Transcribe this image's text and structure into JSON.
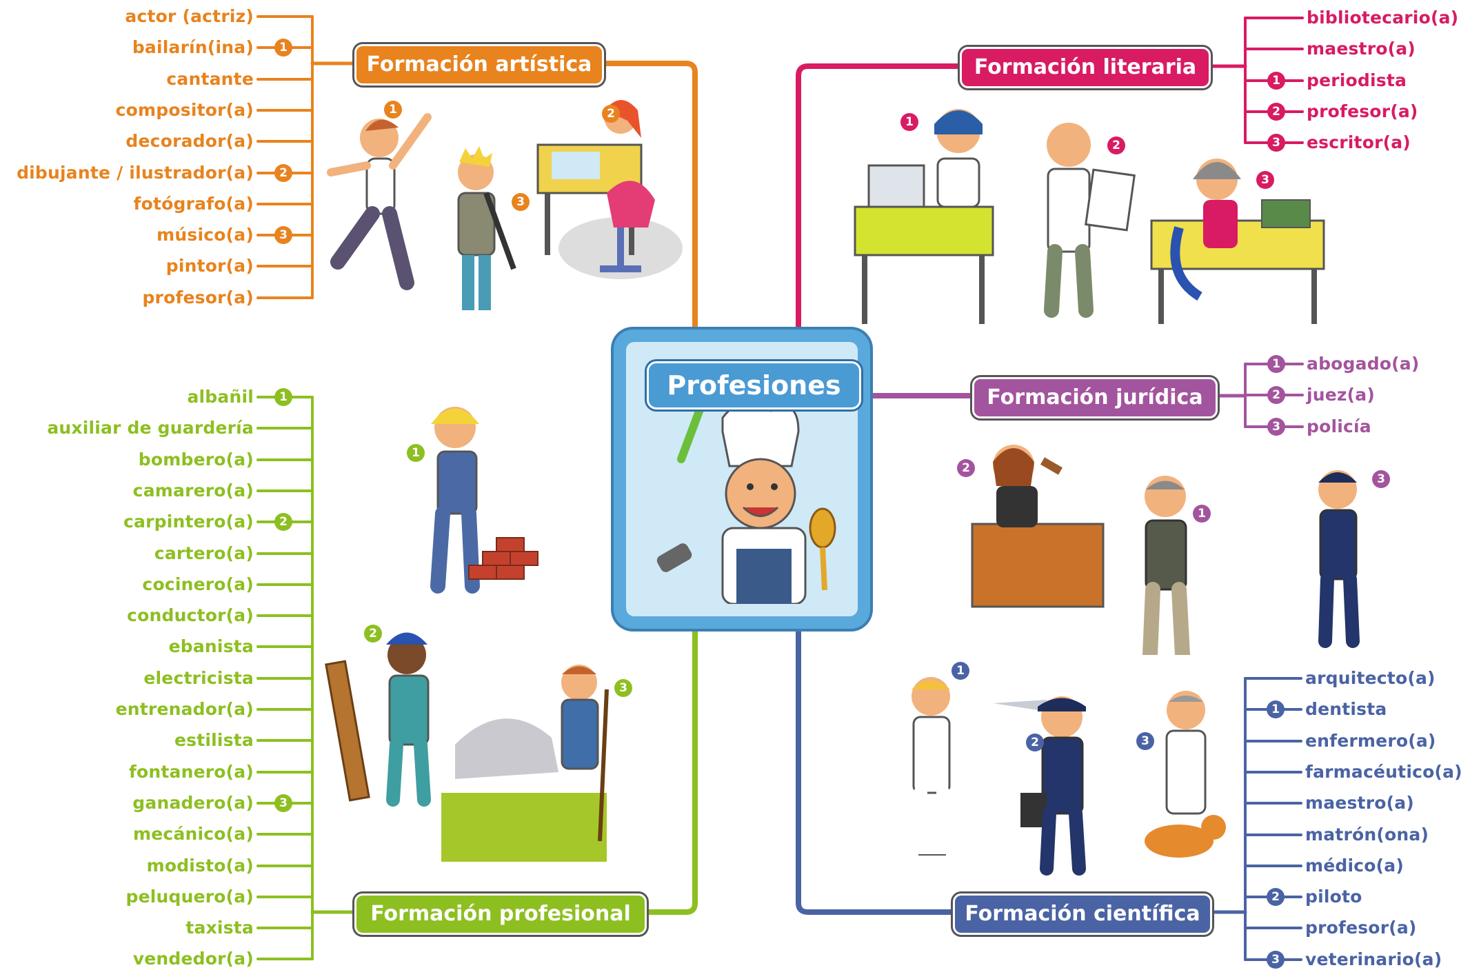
{
  "center": {
    "title": "Profesiones"
  },
  "colors": {
    "artistica": "#e8831e",
    "profesional": "#8dbf21",
    "literaria": "#d81b63",
    "juridica": "#a3549e",
    "cientifica": "#4a63a4",
    "center": "#5aa9dc"
  },
  "branches": {
    "artistica": {
      "title": "Formación artística",
      "items": [
        {
          "label": "actor (actriz)",
          "num": ""
        },
        {
          "label": "bailarín(ina)",
          "num": "1"
        },
        {
          "label": "cantante",
          "num": ""
        },
        {
          "label": "compositor(a)",
          "num": ""
        },
        {
          "label": "decorador(a)",
          "num": ""
        },
        {
          "label": "dibujante / ilustrador(a)",
          "num": "2"
        },
        {
          "label": "fotógrafo(a)",
          "num": ""
        },
        {
          "label": "músico(a)",
          "num": "3"
        },
        {
          "label": "pintor(a)",
          "num": ""
        },
        {
          "label": "profesor(a)",
          "num": ""
        }
      ]
    },
    "profesional": {
      "title": "Formación profesional",
      "items": [
        {
          "label": "albañil",
          "num": "1"
        },
        {
          "label": "auxiliar de guardería",
          "num": ""
        },
        {
          "label": "bombero(a)",
          "num": ""
        },
        {
          "label": "camarero(a)",
          "num": ""
        },
        {
          "label": "carpintero(a)",
          "num": "2"
        },
        {
          "label": "cartero(a)",
          "num": ""
        },
        {
          "label": "cocinero(a)",
          "num": ""
        },
        {
          "label": "conductor(a)",
          "num": ""
        },
        {
          "label": "ebanista",
          "num": ""
        },
        {
          "label": "electricista",
          "num": ""
        },
        {
          "label": "entrenador(a)",
          "num": ""
        },
        {
          "label": "estilista",
          "num": ""
        },
        {
          "label": "fontanero(a)",
          "num": ""
        },
        {
          "label": "ganadero(a)",
          "num": "3"
        },
        {
          "label": "mecánico(a)",
          "num": ""
        },
        {
          "label": "modisto(a)",
          "num": ""
        },
        {
          "label": "peluquero(a)",
          "num": ""
        },
        {
          "label": "taxista",
          "num": ""
        },
        {
          "label": "vendedor(a)",
          "num": ""
        }
      ]
    },
    "literaria": {
      "title": "Formación literaria",
      "items": [
        {
          "label": "bibliotecario(a)",
          "num": ""
        },
        {
          "label": "maestro(a)",
          "num": ""
        },
        {
          "label": "periodista",
          "num": "1"
        },
        {
          "label": "profesor(a)",
          "num": "2"
        },
        {
          "label": "escritor(a)",
          "num": "3"
        }
      ]
    },
    "juridica": {
      "title": "Formación jurídica",
      "items": [
        {
          "label": "abogado(a)",
          "num": "1"
        },
        {
          "label": "juez(a)",
          "num": "2"
        },
        {
          "label": "policía",
          "num": "3"
        }
      ]
    },
    "cientifica": {
      "title": "Formación científica",
      "items": [
        {
          "label": "arquitecto(a)",
          "num": ""
        },
        {
          "label": "dentista",
          "num": "1"
        },
        {
          "label": "enfermero(a)",
          "num": ""
        },
        {
          "label": "farmacéutico(a)",
          "num": ""
        },
        {
          "label": "maestro(a)",
          "num": ""
        },
        {
          "label": "matrón(ona)",
          "num": ""
        },
        {
          "label": "médico(a)",
          "num": ""
        },
        {
          "label": "piloto",
          "num": "2"
        },
        {
          "label": "profesor(a)",
          "num": ""
        },
        {
          "label": "veterinario(a)",
          "num": "3"
        }
      ]
    }
  }
}
